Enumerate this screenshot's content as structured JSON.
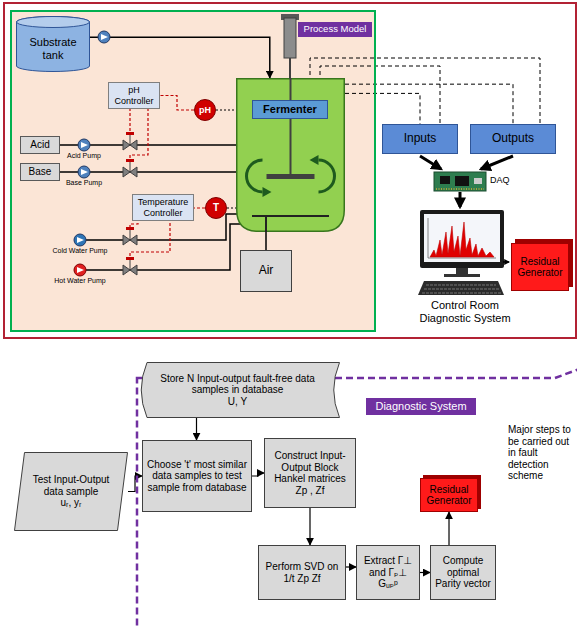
{
  "diagram": {
    "nodes": [
      {
        "text": [
          "Process Model"
        ]
      },
      {
        "text": [
          "Substrate tank"
        ],
        "in": 0
      },
      {
        "text": [
          "pH Controller"
        ],
        "in": 0
      },
      {
        "text": [
          "pH"
        ],
        "in": 0
      },
      {
        "text": [
          "Acid"
        ],
        "in": 0
      },
      {
        "text": [
          "Base"
        ],
        "in": 0
      },
      {
        "text": [
          "Temperature Controller"
        ],
        "in": 0
      },
      {
        "text": [
          "T"
        ],
        "in": 0
      },
      {
        "text": [
          "Fermenter"
        ],
        "in": 0
      },
      {
        "text": [
          "Air"
        ],
        "in": 0
      },
      {
        "text": [
          "Inputs"
        ]
      },
      {
        "text": [
          "Outputs"
        ]
      },
      {
        "text": [
          "Residual Generator"
        ]
      },
      {
        "text": [
          "Diagnostic System"
        ]
      },
      {
        "text": [
          "Store N Input-output fault-free data samples in database",
          "U, Y"
        ],
        "in": 13
      },
      {
        "text": [
          "Test Input-Output data sample",
          "uᵣ, yᵣ"
        ],
        "in": 13
      },
      {
        "text": [
          "Choose 't' most similar data samples to test sample from database"
        ],
        "in": 13
      },
      {
        "text": [
          "Construct Input-Output Block Hankel matrices",
          "Zp , Zf"
        ],
        "in": 13
      },
      {
        "text": [
          "Residual Generator"
        ],
        "in": 13
      },
      {
        "text": [
          "Perform SVD on",
          "1/t Zp Zf"
        ],
        "in": 13
      },
      {
        "text": [
          "Extract Γ⊥ and Γₚ⊥ Gᵤₚᵖ"
        ],
        "in": 13
      },
      {
        "text": [
          "Compute optimal Parity vector"
        ],
        "in": 13
      }
    ],
    "edges": [
      {
        "from": 1,
        "to": 8,
        "arrow": "to"
      },
      {
        "from": 3,
        "to": 2,
        "arrow": "none"
      },
      {
        "from": 4,
        "to": 8,
        "arrow": "none"
      },
      {
        "from": 5,
        "to": 8,
        "arrow": "none"
      },
      {
        "from": 7,
        "to": 6,
        "arrow": "none"
      },
      {
        "from": 9,
        "to": 8,
        "arrow": "none"
      },
      {
        "from": 8,
        "to": 10,
        "arrow": "none"
      },
      {
        "from": 8,
        "to": 11,
        "arrow": "none"
      },
      {
        "from": 14,
        "to": 16,
        "arrow": "to"
      },
      {
        "from": 15,
        "to": 16,
        "arrow": "to"
      },
      {
        "from": 16,
        "to": 17,
        "arrow": "to"
      },
      {
        "from": 17,
        "to": 19,
        "arrow": "to"
      },
      {
        "from": 19,
        "to": 20,
        "arrow": "to"
      },
      {
        "from": 20,
        "to": 21,
        "arrow": "to"
      },
      {
        "from": 21,
        "to": 18,
        "arrow": "to"
      }
    ],
    "labels": [
      "Acid Pump",
      "Base Pump",
      "Cold Water Pump",
      "Hot Water Pump",
      "DAQ",
      "Control Room Diagnostic System",
      "Major steps to be carried out in fault detection scheme"
    ]
  }
}
